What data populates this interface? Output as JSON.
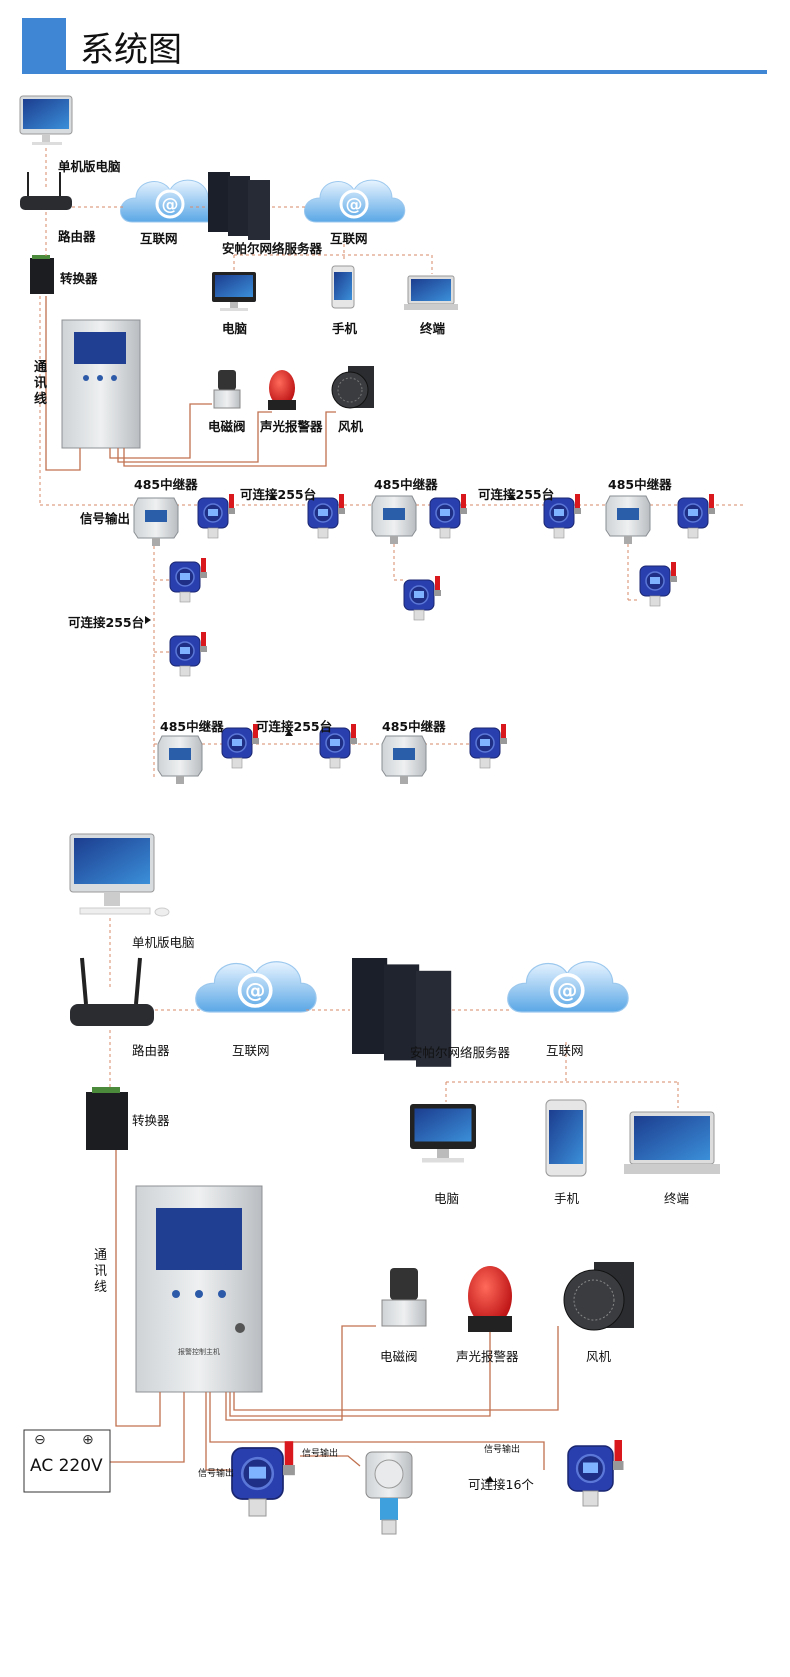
{
  "header": {
    "title": "系统图"
  },
  "top": {
    "pc": "单机版电脑",
    "router": "路由器",
    "internet_left": "互联网",
    "server": "安帕尔网络服务器",
    "internet_right": "互联网",
    "converter": "转换器",
    "client_pc": "电脑",
    "client_phone": "手机",
    "client_terminal": "终端",
    "comm_line": "通讯线",
    "valve": "电磁阀",
    "alarm": "声光报警器",
    "fan": "风机",
    "repeater_1": "485中继器",
    "repeater_2": "485中继器",
    "repeater_3": "485中继器",
    "repeater_4": "485中继器",
    "repeater_5": "485中继器",
    "connect_1": "可连接255台",
    "connect_2": "可连接255台",
    "connect_3": "可连接255台",
    "connect_4": "可连接255台",
    "signal_out": "信号输出"
  },
  "bottom": {
    "pc": "单机版电脑",
    "router": "路由器",
    "internet_left": "互联网",
    "server": "安帕尔网络服务器",
    "internet_right": "互联网",
    "converter": "转换器",
    "client_pc": "电脑",
    "client_phone": "手机",
    "client_terminal": "终端",
    "comm_line": "通讯线",
    "valve": "电磁阀",
    "alarm": "声光报警器",
    "fan": "风机",
    "power": "AC 220V",
    "power_minus": "⊖",
    "power_plus": "⊕",
    "signal_out_1": "信号输出",
    "signal_out_2": "信号输出",
    "signal_out_3": "信号输出",
    "connect_16": "可连接16个",
    "controller_label": "报警控制主机"
  },
  "colors": {
    "accent": "#3f86d4",
    "wire": "#c0714f",
    "dashed": "#d98a6a",
    "detector": "#2a3fae",
    "beacon": "#d8181c"
  }
}
